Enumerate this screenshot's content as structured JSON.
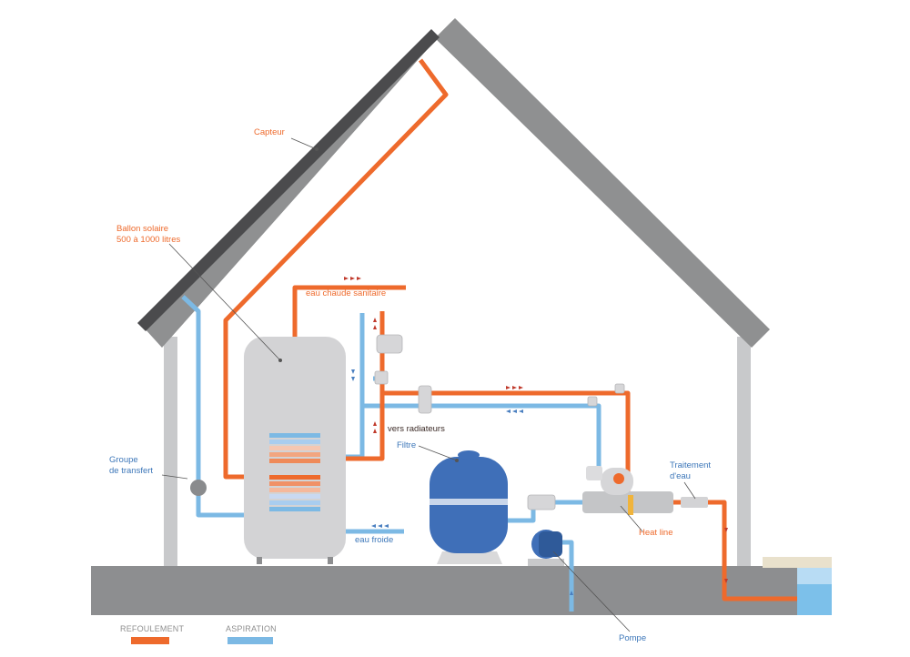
{
  "labels": {
    "capteur": "Capteur",
    "ballon_line1": "Ballon solaire",
    "ballon_line2": "500 à 1000 litres",
    "eau_chaude": "eau chaude sanitaire",
    "vers_radiateurs": "vers radiateurs",
    "filtre": "Filtre",
    "groupe_line1": "Groupe",
    "groupe_line2": "de transfert",
    "eau_froide": "eau froide",
    "traitement_line1": "Traitement",
    "traitement_line2": "d'eau",
    "heat_line": "Heat line",
    "pompe": "Pompe"
  },
  "legend": {
    "refoulement": "REFOULEMENT",
    "aspiration": "ASPIRATION"
  },
  "colors": {
    "refoulement": "#ee6a2c",
    "aspiration": "#7cb9e4",
    "house": "#8f9091",
    "panel": "#4a4a4c",
    "tank": "#d3d3d5",
    "filter": "#3f6fb8"
  }
}
